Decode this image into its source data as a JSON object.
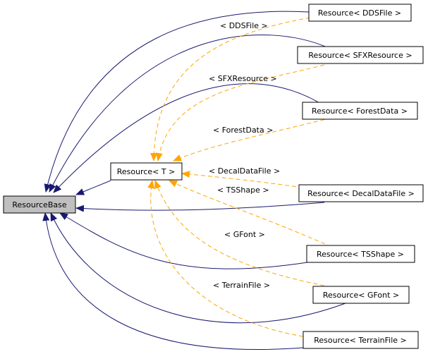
{
  "nodes": {
    "resource_base": "ResourceBase",
    "resource_t": "Resource< T >",
    "dds_file": "Resource< DDSFile >",
    "sfx_resource": "Resource< SFXResource >",
    "forest_data": "Resource< ForestData >",
    "decal_data_file": "Resource< DecalDataFile >",
    "ts_shape": "Resource< TSShape >",
    "g_font": "Resource< GFont >",
    "terrain_file": "Resource< TerrainFile >"
  },
  "edge_labels": {
    "dds_file": "< DDSFile >",
    "sfx_resource": "< SFXResource >",
    "forest_data": "< ForestData >",
    "decal_data_file": "< DecalDataFile >",
    "ts_shape": "< TSShape >",
    "g_font": "< GFont >",
    "terrain_file": "< TerrainFile >"
  },
  "colors": {
    "inheritance_edge": "#191970",
    "template_edge": "#ffa500",
    "base_fill": "#bfbfbf",
    "node_fill": "#ffffff"
  }
}
